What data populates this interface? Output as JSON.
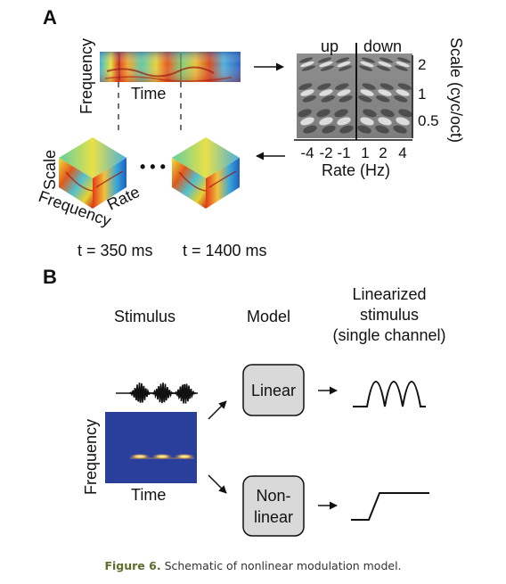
{
  "panelA": {
    "label": "A",
    "spec_ylabel": "Frequency",
    "spec_xlabel": "Time",
    "ellipsis": "• • •",
    "cube_scale": "Scale",
    "cube_rate": "Rate",
    "cube_freq": "Frequency",
    "time1": "t = 350 ms",
    "time2": "t = 1400 ms",
    "grid_up": "up",
    "grid_down": "down",
    "scale_ticks": [
      "2",
      "1",
      "0.5"
    ],
    "scale_axis": "Scale (cyc/oct)",
    "rate_ticks": [
      "-4",
      "-2",
      "-1",
      "1",
      "2",
      "4"
    ],
    "rate_axis": "Rate (Hz)"
  },
  "panelB": {
    "label": "B",
    "stimulus_header": "Stimulus",
    "model_header": "Model",
    "linearized_header": [
      "Linearized",
      "stimulus",
      "(single channel)"
    ],
    "stim_ylabel": "Frequency",
    "stim_xlabel": "Time",
    "linear_box": "Linear",
    "nonlinear_box": [
      "Non-",
      "linear"
    ]
  },
  "caption": {
    "bold": "Figure 6.",
    "text": " Schematic of nonlinear modulation model."
  },
  "colors": {
    "box_fill": "#d9d9d9",
    "spec_bg": "#2a3f9c",
    "caption_label": "#5b6e2a"
  }
}
